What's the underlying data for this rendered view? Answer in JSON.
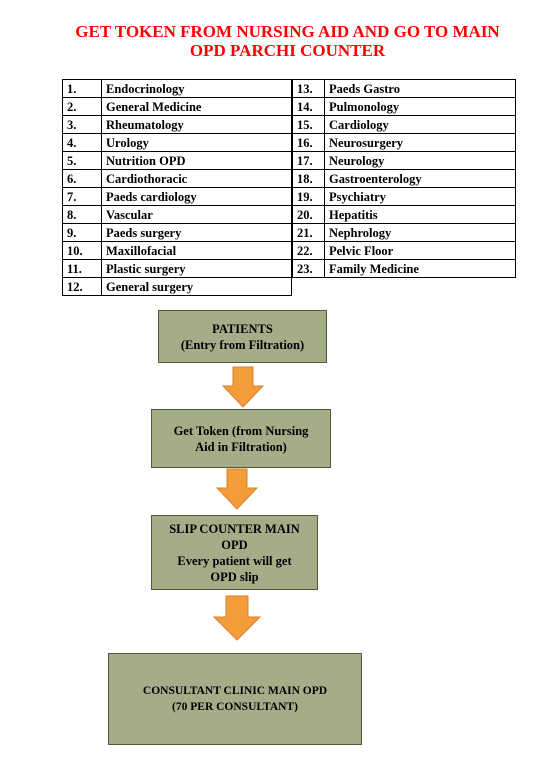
{
  "heading": {
    "line1": "GET TOKEN FROM NURSING AID AND GO TO MAIN",
    "line2": "OPD PARCHI COUNTER",
    "color": "#ff0000"
  },
  "departments_left": [
    {
      "num": "1.",
      "name": "Endocrinology"
    },
    {
      "num": "2.",
      "name": "General Medicine"
    },
    {
      "num": "3.",
      "name": "Rheumatology"
    },
    {
      "num": "4.",
      "name": "Urology"
    },
    {
      "num": "5.",
      "name": "Nutrition OPD"
    },
    {
      "num": "6.",
      "name": "Cardiothoracic"
    },
    {
      "num": "7.",
      "name": "Paeds cardiology"
    },
    {
      "num": "8.",
      "name": "Vascular"
    },
    {
      "num": "9.",
      "name": "Paeds surgery"
    },
    {
      "num": "10.",
      "name": "Maxillofacial"
    },
    {
      "num": "11.",
      "name": "Plastic surgery"
    },
    {
      "num": "12.",
      "name": "General surgery"
    }
  ],
  "departments_right": [
    {
      "num": "13.",
      "name": "Paeds Gastro"
    },
    {
      "num": "14.",
      "name": "Pulmonology"
    },
    {
      "num": "15.",
      "name": "Cardiology"
    },
    {
      "num": "16.",
      "name": "Neurosurgery"
    },
    {
      "num": "17.",
      "name": "Neurology"
    },
    {
      "num": "18.",
      "name": "Gastroenterology"
    },
    {
      "num": "19.",
      "name": "Psychiatry"
    },
    {
      "num": "20.",
      "name": "Hepatitis"
    },
    {
      "num": "21.",
      "name": "Nephrology"
    },
    {
      "num": "22.",
      "name": "Pelvic Floor"
    },
    {
      "num": "23.",
      "name": "Family Medicine"
    }
  ],
  "flow": {
    "patients": {
      "line1": "PATIENTS",
      "line2": "(Entry from Filtration)"
    },
    "token": {
      "line1": "Get Token (from Nursing",
      "line2": "Aid in Filtration)"
    },
    "slip": {
      "line1": "SLIP COUNTER MAIN",
      "line2": "OPD",
      "line3": "Every patient will get",
      "line4": "OPD slip"
    },
    "consultant": {
      "line1": "CONSULTANT CLINIC MAIN OPD",
      "line2": "(70 PER CONSULTANT)"
    },
    "box_color": "#a4ad88",
    "arrow_color": "#f39c3a"
  }
}
